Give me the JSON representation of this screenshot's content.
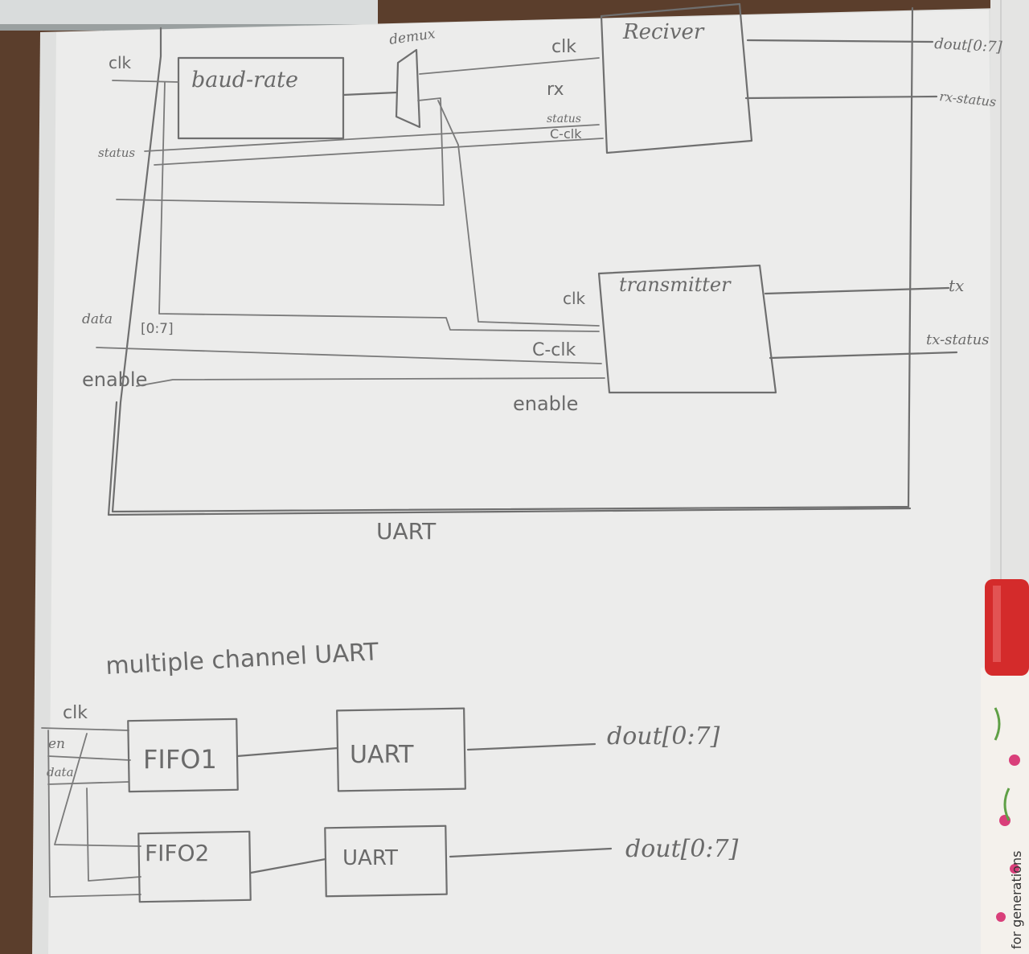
{
  "uart_diagram": {
    "baud_rate_label": "baud-rate",
    "demux_label": "demux",
    "receiver_label": "Reciver",
    "transmitter_label": "transmitter",
    "uart_label": "UART",
    "inputs": {
      "clk": "clk",
      "status": "status",
      "data": "data",
      "data_bus": "[0:7]",
      "enable": "enable"
    },
    "receiver_ports": {
      "clk": "clk",
      "rx": "rx",
      "status": "status",
      "c_clk": "C-clk"
    },
    "receiver_outputs": {
      "dout": "dout[0:7]",
      "rx_status": "rx-status"
    },
    "transmitter_ports": {
      "clk": "clk",
      "c_clk": "C-clk",
      "enable": "enable"
    },
    "transmitter_outputs": {
      "tx": "tx",
      "tx_status": "tx-status"
    }
  },
  "multi_channel": {
    "title": "multiple channel UART",
    "inputs": {
      "clk": "clk",
      "en": "en",
      "data": "data"
    },
    "channels": [
      {
        "fifo": "FIFO1",
        "uart": "UART",
        "output": "dout[0:7]"
      },
      {
        "fifo": "FIFO2",
        "uart": "UART",
        "output": "dout[0:7]"
      }
    ]
  },
  "marker_text": "for generations"
}
